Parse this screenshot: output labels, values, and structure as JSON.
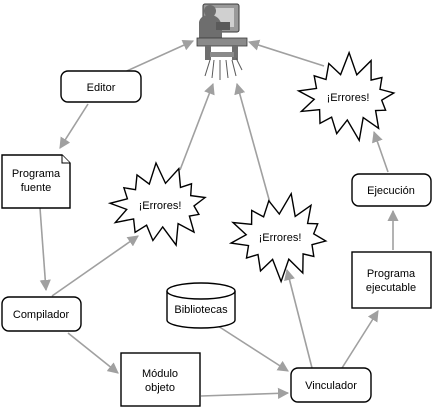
{
  "diagram": {
    "nodes": {
      "editor": "Editor",
      "source_line1": "Programa",
      "source_line2": "fuente",
      "compiler": "Compilador",
      "object_line1": "Módulo",
      "object_line2": "objeto",
      "libraries": "Bibliotecas",
      "linker": "Vinculador",
      "exec_prog_line1": "Programa",
      "exec_prog_line2": "ejecutable",
      "execution": "Ejecución"
    },
    "errors": {
      "compile": "¡Errores!",
      "link": "¡Errores!",
      "runtime": "¡Errores!"
    },
    "icons": {
      "programmer": "programmer-at-computer-icon"
    },
    "colors": {
      "arrow": "#a0a0a0",
      "stroke": "#000000",
      "fill": "#ffffff",
      "figure": "#7a7a7a"
    }
  }
}
